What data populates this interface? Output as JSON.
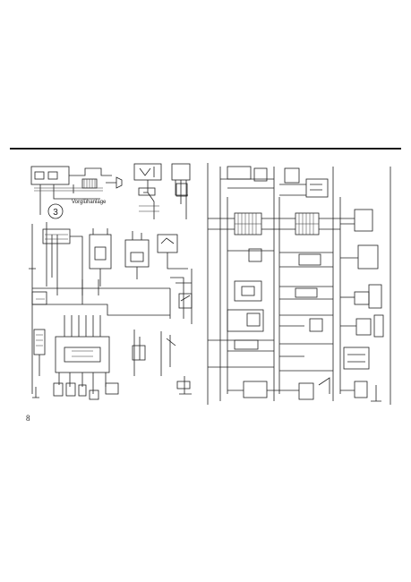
{
  "page": {
    "number": "8"
  },
  "left_diagram": {
    "circle_label": "3",
    "caption": "Vorglühanlage"
  }
}
